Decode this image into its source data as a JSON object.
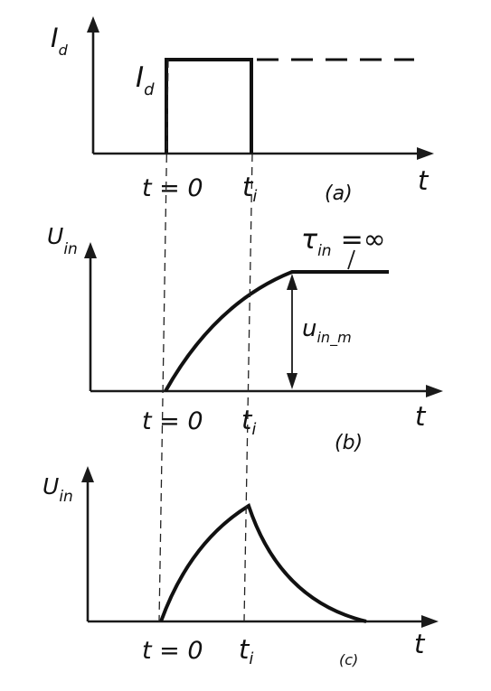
{
  "panel_a": {
    "ylabel": "I",
    "ylabel_sub": "d",
    "level_label": "I",
    "level_label_sub": "d",
    "tick_zero": "t = 0",
    "tick_i": "t",
    "tick_i_sub": "i",
    "xlabel": "t",
    "caption": "(a)"
  },
  "panel_b": {
    "ylabel": "U",
    "ylabel_sub": "in",
    "tau_label": "τ",
    "tau_sub": "in",
    "tau_value": "=∞",
    "amp_label": "u",
    "amp_sub": "in_m",
    "tick_zero": "t = 0",
    "tick_i": "t",
    "tick_i_sub": "i",
    "xlabel": "t",
    "caption": "(b)"
  },
  "panel_c": {
    "ylabel": "U",
    "ylabel_sub": "in",
    "tick_zero": "t = 0",
    "tick_i": "t",
    "tick_i_sub": "i",
    "xlabel": "t",
    "caption": "(c)"
  }
}
